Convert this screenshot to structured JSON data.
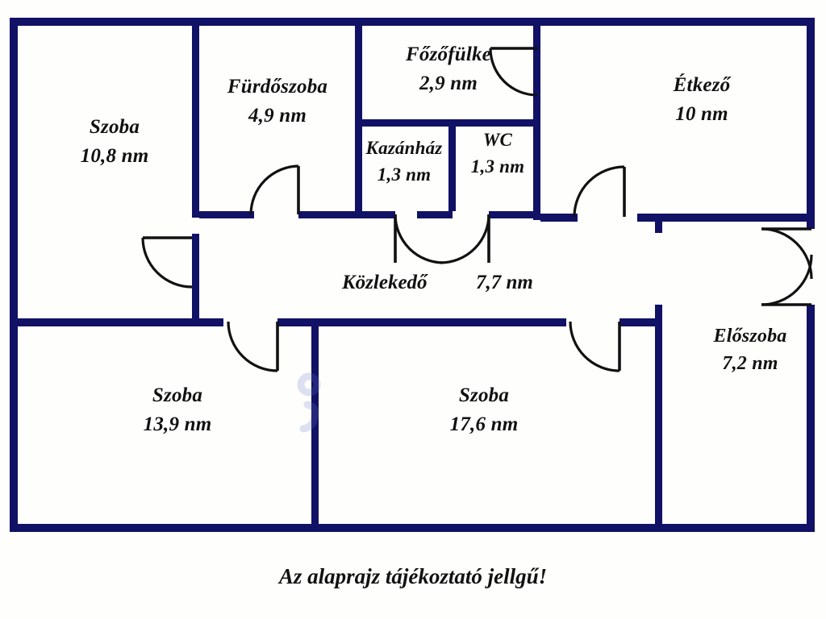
{
  "document": {
    "type": "floor-plan",
    "caption": "Az alaprajz tájékoztató jellgű!",
    "unit_label": "nm",
    "wall_color": "#111166",
    "door_color": "#111111",
    "background_color": "#fefefc"
  },
  "rooms": [
    {
      "id": "szoba-10-8",
      "name": "Szoba",
      "area": "10,8 nm",
      "area_value": 10.8,
      "position": "top-left"
    },
    {
      "id": "furdoszoba",
      "name": "Fürdőszoba",
      "area": "4,9 nm",
      "area_value": 4.9,
      "position": "top-center-left"
    },
    {
      "id": "fozofulke",
      "name": "Főzőfülke",
      "area": "2,9 nm",
      "area_value": 2.9,
      "position": "top-center"
    },
    {
      "id": "etkezo",
      "name": "Étkező",
      "area": "10 nm",
      "area_value": 10,
      "position": "top-right"
    },
    {
      "id": "kazanhaz",
      "name": "Kazánház",
      "area": "1,3 nm",
      "area_value": 1.3,
      "position": "center"
    },
    {
      "id": "wc",
      "name": "WC",
      "area": "1,3 nm",
      "area_value": 1.3,
      "position": "center"
    },
    {
      "id": "kozlekedo",
      "name": "Közlekedő",
      "area": "7,7 nm",
      "area_value": 7.7,
      "position": "center-corridor"
    },
    {
      "id": "szoba-13-9",
      "name": "Szoba",
      "area": "13,9 nm",
      "area_value": 13.9,
      "position": "bottom-left"
    },
    {
      "id": "szoba-17-6",
      "name": "Szoba",
      "area": "17,6 nm",
      "area_value": 17.6,
      "position": "bottom-center"
    },
    {
      "id": "eloszoba",
      "name": "Előszoba",
      "area": "7,2 nm",
      "area_value": 7.2,
      "position": "right"
    }
  ]
}
